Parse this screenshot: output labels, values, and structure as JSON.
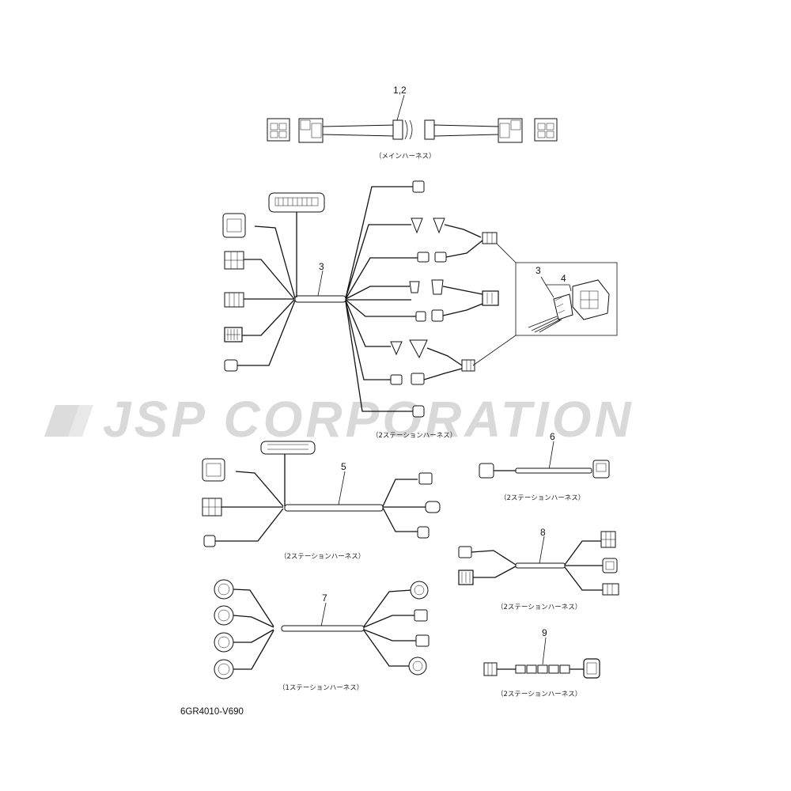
{
  "watermark": "JSP CORPORATION",
  "part_code": "6GR4010-V690",
  "callouts": {
    "c12": "1,2",
    "c3a": "3",
    "c3b": "3",
    "c4": "4",
    "c5": "5",
    "c6": "6",
    "c7": "7",
    "c8": "8",
    "c9": "9"
  },
  "captions": {
    "main": "（メインハーネス）",
    "h3": "（2ステーションハーネス）",
    "h5": "（2ステーションハーネス）",
    "h6": "（2ステーションハーネス）",
    "h7": "（1ステーションハーネス）",
    "h8": "（2ステーションハーネス）",
    "h9": "（2ステーションハーネス）"
  }
}
